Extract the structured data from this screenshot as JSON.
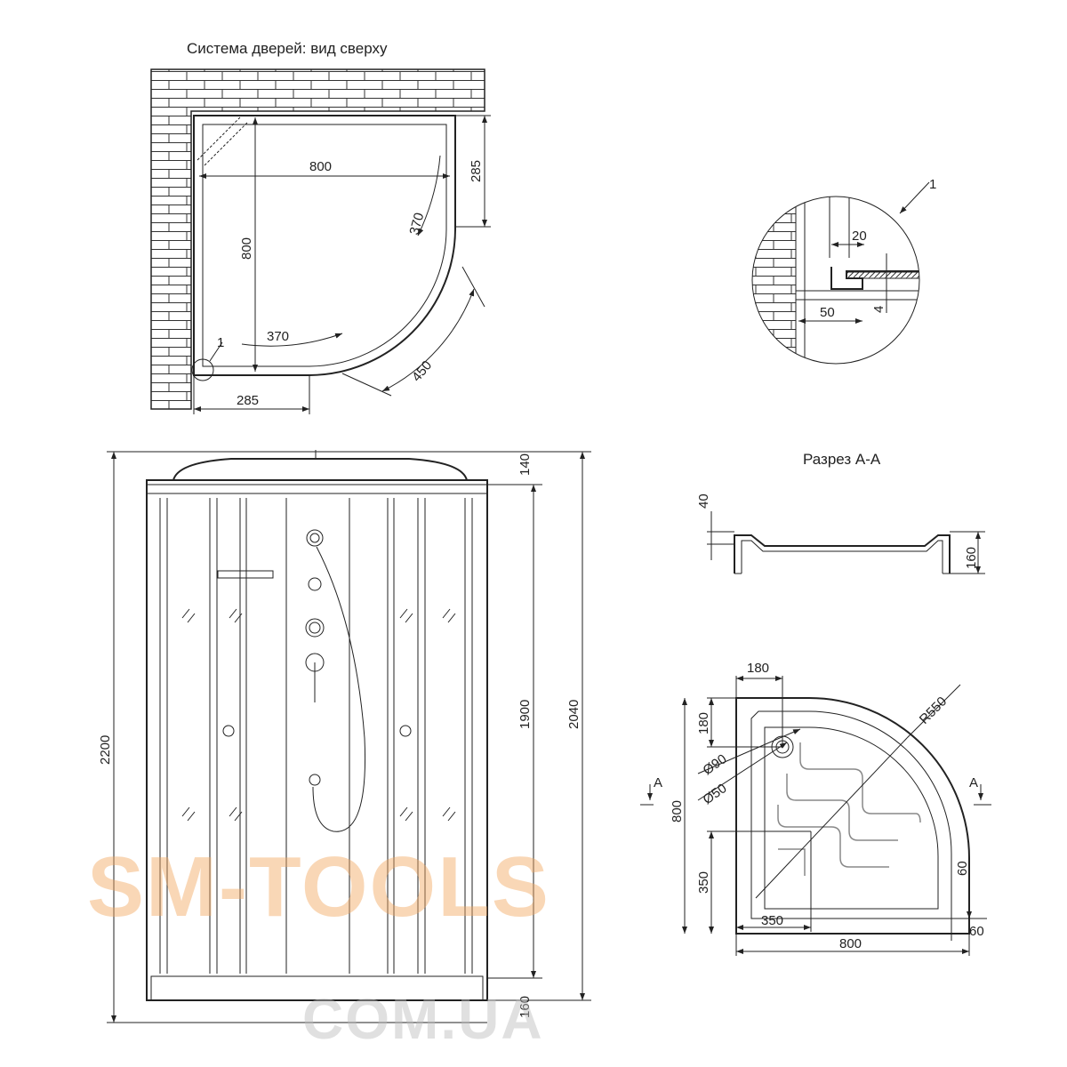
{
  "top_view": {
    "title": "Система дверей: вид сверху",
    "dims": {
      "width": "800",
      "depth": "800",
      "side_right": "285",
      "side_bottom": "285",
      "door_top": "370",
      "door_bottom": "370",
      "arc": "450"
    },
    "callout": "1"
  },
  "detail": {
    "label": "1",
    "dims": {
      "gap": "20",
      "width": "50",
      "height": "4"
    }
  },
  "front_view": {
    "dims": {
      "total_height": "2200",
      "cabin_height": "1900",
      "height_2040": "2040",
      "top": "140",
      "tray": "160"
    }
  },
  "section": {
    "title": "Разрез А-А",
    "dims": {
      "depth": "40",
      "height": "160"
    }
  },
  "tray_plan": {
    "dims": {
      "drain_x": "180",
      "drain_y": "180",
      "depth": "800",
      "width": "800",
      "radius": "R550",
      "drain_outer": "Ø90",
      "drain_inner": "Ø50",
      "inset_x": "350",
      "inset_y": "350",
      "rim_right": "60",
      "rim_bottom": "60"
    },
    "section_mark": "A"
  },
  "watermark": {
    "line1": "SM-TOOLS",
    "line2": "COM.UA"
  },
  "colors": {
    "line": "#222222",
    "watermark": "#f2a860"
  }
}
